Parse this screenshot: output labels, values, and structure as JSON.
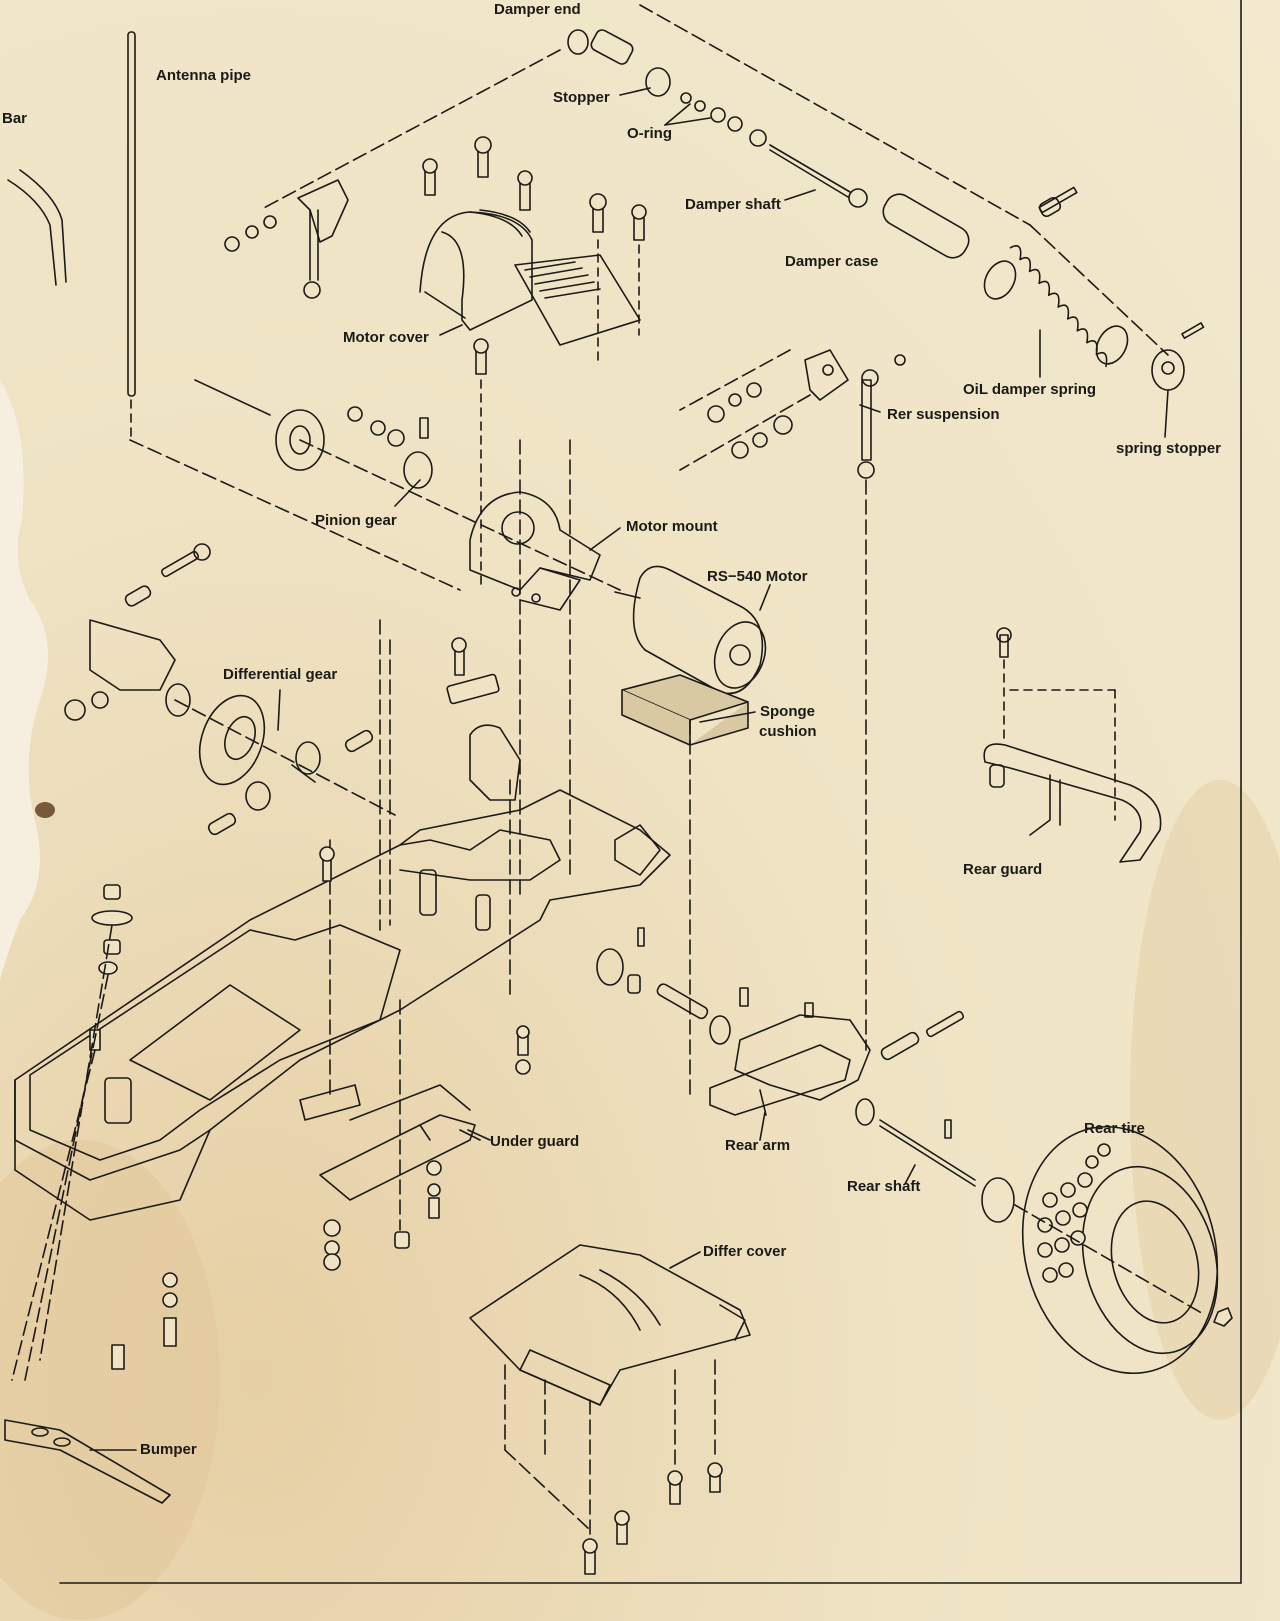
{
  "labels": {
    "damper_end": "Damper end",
    "antenna_pipe": "Antenna pipe",
    "bar_partial": "Bar",
    "stopper": "Stopper",
    "o_ring": "O-ring",
    "damper_shaft": "Damper shaft",
    "damper_case": "Damper case",
    "motor_cover": "Motor cover",
    "oil_damper_spring": "OiL damper spring",
    "rer_suspension": "Rer suspension",
    "spring_stopper": "spring stopper",
    "pinion_gear": "Pinion gear",
    "motor_mount": "Motor mount",
    "rs540_motor": "RS−540 Motor",
    "differential_gear": "Differential gear",
    "sponge_cushion_1": "Sponge",
    "sponge_cushion_2": "cushion",
    "rear_guard": "Rear guard",
    "under_guard": "Under guard",
    "rear_arm": "Rear arm",
    "rear_tire": "Rear tire",
    "rear_shaft": "Rear shaft",
    "differ_cover": "Differ cover",
    "bumper": "Bumper"
  },
  "colors": {
    "paper": "#efe3c4",
    "ink": "#1c1a16",
    "stain": "#c9a06a"
  }
}
